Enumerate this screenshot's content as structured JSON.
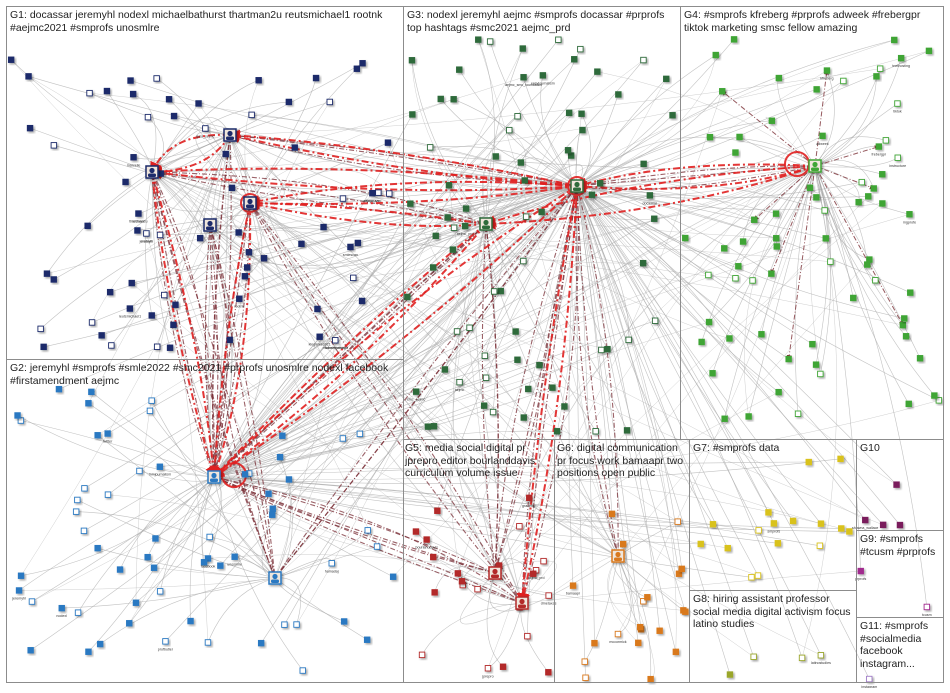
{
  "groups": [
    {
      "id": "G1",
      "label": "G1: docassar jeremyhl nodexl michaelbathurst thartman2u reutsmichael1 rootnk #aejmc2021 #smprofs unosmlre"
    },
    {
      "id": "G2",
      "label": "G2: jeremyhl #smprofs #smle2022 #smc2021 #prprofs unosmlre nodexl facebook #firstamendment aejmc"
    },
    {
      "id": "G3",
      "label": "G3: nodexl jeremyhl aejmc #smprofs docassar #prprofs top hashtags #smc2021 aejmc_prd"
    },
    {
      "id": "G4",
      "label": "G4: #smprofs kfreberg #prprofs adweek #frebergpr tiktok marketing smsc fellow amazing"
    },
    {
      "id": "G5",
      "label": "G5: media social digital pr jprepro editor bourlanddavis curriculum volume issue"
    },
    {
      "id": "G6",
      "label": "G6: digital communication pr focus work bamaapr two positions open public"
    },
    {
      "id": "G7",
      "label": "G7: #smprofs data"
    },
    {
      "id": "G8",
      "label": "G8: hiring assistant professor social media digital activism focus latino studies"
    },
    {
      "id": "G9",
      "label": "G9: #smprofs #tcusm #prprofs"
    },
    {
      "id": "G10",
      "label": "G10"
    },
    {
      "id": "G11",
      "label": "G11: #smprofs #socialmedia facebook instagram..."
    }
  ],
  "colors": {
    "panel_border": "#8c8c8c",
    "edge_gray": "#a8a8a8",
    "edge_dark": "#7a2e35",
    "edge_red": "#e02020",
    "G1": "#1d2b6b",
    "G2": "#2b79c2",
    "G3": "#2f6b3b",
    "G4": "#3fa535",
    "G5": "#b32929",
    "G6": "#d9791f",
    "G7": "#d9c21f",
    "G8": "#9aa62c",
    "G9": "#a12c8e",
    "G10": "#7a1f5c",
    "G11": "#a07cc8"
  },
  "nodes": [
    {
      "group": "G1",
      "label": "docassar"
    },
    {
      "group": "G1",
      "label": "jeremyhl"
    },
    {
      "group": "G1",
      "label": "michaelbathurst"
    },
    {
      "group": "G1",
      "label": "thartman2u"
    },
    {
      "group": "G1",
      "label": "reutsmichael1"
    },
    {
      "group": "G1",
      "label": "rootnk"
    },
    {
      "group": "G1",
      "label": "kingmike0921"
    },
    {
      "group": "G1",
      "label": "smlescan"
    },
    {
      "group": "G1",
      "label": "gaia_sejmc"
    },
    {
      "group": "G1",
      "label": "marcelle"
    },
    {
      "group": "G1",
      "label": "aejmc_smc"
    },
    {
      "group": "G1",
      "label": "nodexl"
    },
    {
      "group": "G1",
      "label": "fullerbyjersey"
    },
    {
      "group": "G1",
      "label": "lecturer"
    },
    {
      "group": "G2",
      "label": "jeremyhl"
    },
    {
      "group": "G2",
      "label": "unosmlre"
    },
    {
      "group": "G2",
      "label": "facebook"
    },
    {
      "group": "G2",
      "label": "twitter"
    },
    {
      "group": "G2",
      "label": "nodexl"
    },
    {
      "group": "G2",
      "label": "hamadaj"
    },
    {
      "group": "G2",
      "label": "mmjournalism"
    },
    {
      "group": "G2",
      "label": "profbutler"
    },
    {
      "group": "G3",
      "label": "aejmc_prd"
    },
    {
      "group": "G3",
      "label": "aejmc"
    },
    {
      "group": "G3",
      "label": "smc_aejmc"
    },
    {
      "group": "G3",
      "label": "aejmc_smc_foundation"
    },
    {
      "group": "G3",
      "label": "docassar"
    },
    {
      "group": "G3",
      "label": "easyjournalism"
    },
    {
      "group": "G4",
      "label": "kfreberg"
    },
    {
      "group": "G4",
      "label": "adweek"
    },
    {
      "group": "G4",
      "label": "tiktok"
    },
    {
      "group": "G4",
      "label": "frebergpr"
    },
    {
      "group": "G4",
      "label": "instructure"
    },
    {
      "group": "G4",
      "label": "mgprofe"
    },
    {
      "group": "G4",
      "label": "tnethosting"
    },
    {
      "group": "G5",
      "label": "bourlanddavis"
    },
    {
      "group": "G5",
      "label": "jprepro"
    },
    {
      "group": "G5",
      "label": "gracelisp"
    },
    {
      "group": "G5",
      "label": "dmetaxas"
    },
    {
      "group": "G5",
      "label": "aejmc_prd"
    },
    {
      "group": "G6",
      "label": "bamaapr"
    },
    {
      "group": "G6",
      "label": "mccormick"
    },
    {
      "group": "G7",
      "label": "smprofs"
    },
    {
      "group": "G8",
      "label": "latinostudies"
    },
    {
      "group": "G9",
      "label": "tcusm"
    },
    {
      "group": "G9",
      "label": "prprofs"
    },
    {
      "group": "G10",
      "label": "shawna_wallace"
    },
    {
      "group": "G11",
      "label": "instagram"
    }
  ]
}
